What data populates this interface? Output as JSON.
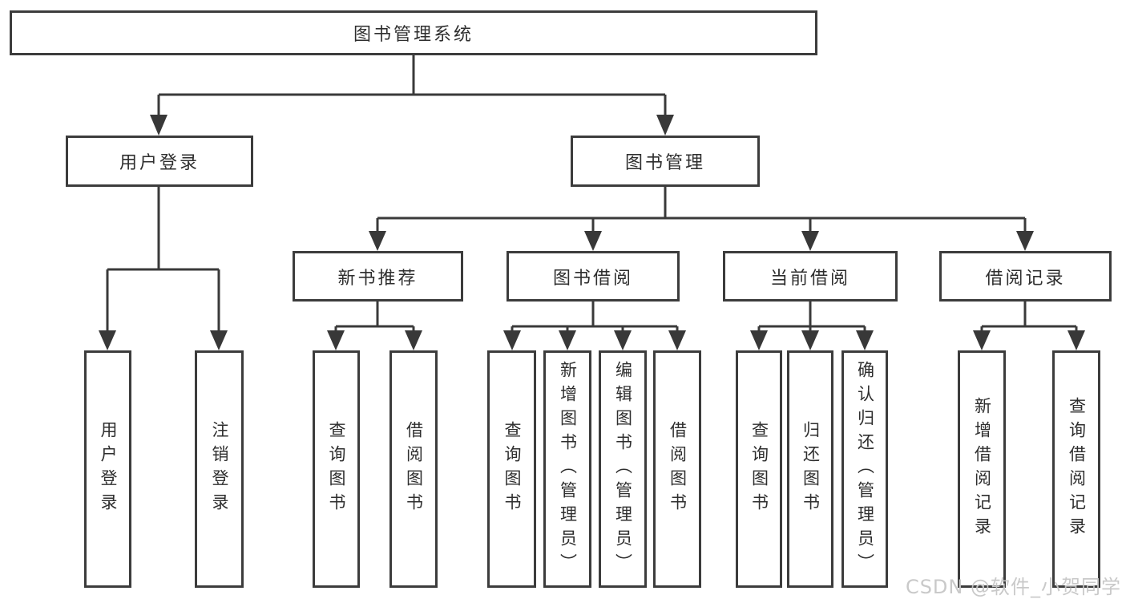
{
  "diagram": {
    "title": "图书管理系统",
    "user_login": {
      "label": "用户登录",
      "children": {
        "login": "用户登录",
        "logout": "注销登录"
      }
    },
    "book_management": {
      "label": "图书管理",
      "sections": {
        "new_book_recommend": {
          "label": "新书推荐",
          "children": {
            "query_books": "查询图书",
            "borrow_books": "借阅图书"
          }
        },
        "book_borrow": {
          "label": "图书借阅",
          "children": {
            "query_books": "查询图书",
            "add_books_admin": "新增图书（管理员）",
            "edit_books_admin": "编辑图书（管理员）",
            "borrow_books": "借阅图书"
          }
        },
        "current_borrow": {
          "label": "当前借阅",
          "children": {
            "query_books": "查询图书",
            "return_books": "归还图书",
            "confirm_return_admin": "确认归还（管理员）"
          }
        },
        "borrow_records": {
          "label": "借阅记录",
          "children": {
            "add_borrow_record": "新增借阅记录",
            "query_borrow_record": "查询借阅记录"
          }
        }
      }
    }
  },
  "watermark": {
    "text": "CSDN @软件_小贺同学"
  },
  "colors": {
    "line": "#3a3a3a",
    "border": "#3c3c3c",
    "text": "#2e2e2e",
    "watermark": "#c6c6c6",
    "background": "#ffffff"
  }
}
